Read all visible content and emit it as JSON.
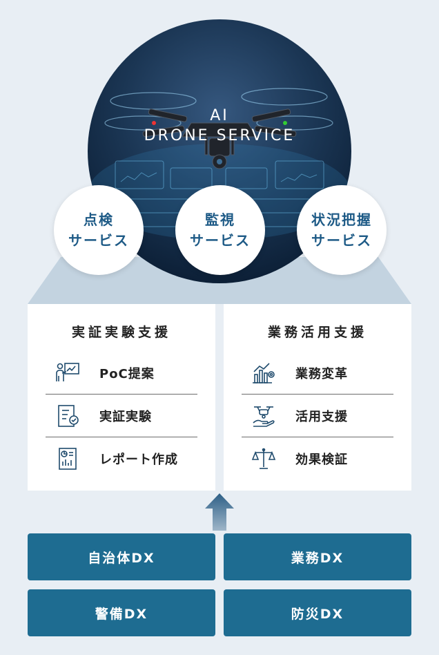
{
  "hero": {
    "line1": "AI",
    "line2": "DRONE SERVICE",
    "background_icon": "drone-icon"
  },
  "services": [
    {
      "line1": "点検",
      "line2": "サービス"
    },
    {
      "line1": "監視",
      "line2": "サービス"
    },
    {
      "line1": "状況把握",
      "line2": "サービス"
    }
  ],
  "panels": {
    "left": {
      "title": "実証実験支援",
      "items": [
        {
          "label": "PoC提案",
          "icon": "presentation-icon"
        },
        {
          "label": "実証実験",
          "icon": "checklist-icon"
        },
        {
          "label": "レポート作成",
          "icon": "report-icon"
        }
      ]
    },
    "right": {
      "title": "業務活用支援",
      "items": [
        {
          "label": "業務変革",
          "icon": "chart-gear-icon"
        },
        {
          "label": "活用支援",
          "icon": "drone-hand-icon"
        },
        {
          "label": "効果検証",
          "icon": "balance-scale-icon"
        }
      ]
    }
  },
  "dx_buttons": [
    "自治体DX",
    "業務DX",
    "警備DX",
    "防災DX"
  ],
  "colors": {
    "page_bg": "#e8eef4",
    "accent": "#1e6c91",
    "service_text": "#1d5a86",
    "funnel": "#c3d3e0",
    "arrow": "#2d5f86"
  }
}
